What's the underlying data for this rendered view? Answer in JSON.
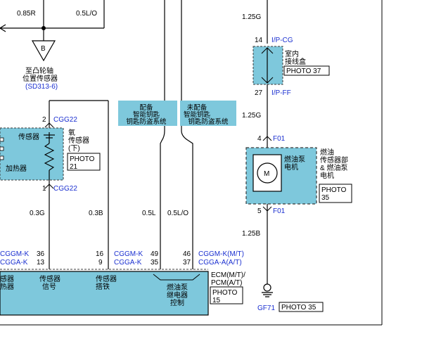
{
  "colors": {
    "wire": "#000000",
    "panel_fill": "#7ec8dc",
    "dashed_border": "#3a3a3a",
    "blue_text": "#1a2fd0",
    "photo_box": "#ffffff"
  },
  "top_wires": {
    "wire_085r": "0.85R",
    "wire_05lo": "0.5L/O",
    "wire_125g_top": "1.25G"
  },
  "ground_ref": {
    "letter": "B",
    "line1": "至凸轮轴",
    "line2": "位置传感器",
    "ref": "(SD313-6)"
  },
  "o2_sensor": {
    "pin_top": "2",
    "conn_top": "CGG22",
    "pin_bottom": "1",
    "conn_bottom": "CGG22",
    "sensor_label": "传感器",
    "heater_label": "加热器",
    "name_line1": "氧",
    "name_line2": "传感器",
    "name_line3": "(下)",
    "photo_line1": "PHOTO",
    "photo_line2": "21"
  },
  "antitheft_labels": {
    "with_line1": "配备",
    "with_line2": "智能钥匙",
    "with_line3": "钥匙防盗系统",
    "without_line1": "未配备",
    "without_line2": "智能钥匙",
    "without_line3": "钥匙防盗系统"
  },
  "junction_box": {
    "pin_top": "14",
    "conn_top": "I/P-CG",
    "name_line1": "室内",
    "name_line2": "接线盒",
    "photo": "PHOTO 37",
    "pin_bottom": "27",
    "conn_bottom": "I/P-FF"
  },
  "fuel_pump": {
    "wire_in": "1.25G",
    "pin_top": "4",
    "conn_top": "F01",
    "motor_symbol": "M",
    "name_line1": "燃油",
    "name_line2": "传感器部",
    "name_line3": "& 燃油泵",
    "name_line4": "电机",
    "motor_line1": "燃油泵",
    "motor_line2": "电机",
    "photo_line1": "PHOTO",
    "photo_line2": "35",
    "pin_bottom": "5",
    "conn_bottom": "F01",
    "wire_out": "1.25B"
  },
  "ground_bottom": {
    "conn": "GF71",
    "photo": "PHOTO 35"
  },
  "mid_wires": {
    "o2_signal": "0.3G",
    "o2_ground": "0.3B",
    "relay_a": "0.5L",
    "relay_b": "0.5L/O"
  },
  "ecm": {
    "left_conn1": "CGGM-K",
    "left_pin1": "36",
    "left_conn2": "CGGA-K",
    "left_pin2": "13",
    "mid_pin_a1": "16",
    "mid_pin_a2": "9",
    "mid_conn1": "CGGM-K",
    "mid_conn2": "CGGA-K",
    "mid_pin_b1": "49",
    "mid_pin_b2": "35",
    "right_pin1": "46",
    "right_pin2": "37",
    "right_conn1": "CGGM-K(M/T)",
    "right_conn2": "CGGA-A(A/T)",
    "name_line1": "ECM(M/T)/",
    "name_line2": "PCM(A/T)",
    "photo_line1": "PHOTO",
    "photo_line2": "15",
    "label_sensor_line1": "传感器",
    "label_sensor_line2": "信号",
    "label_ground_line1": "传感器",
    "label_ground_line2": "搭铁",
    "label_relay_line1": "燃油泵",
    "label_relay_line2": "继电器",
    "label_relay_line3": "控制",
    "label_left_line1": "感器",
    "label_left_line2": "热器"
  }
}
